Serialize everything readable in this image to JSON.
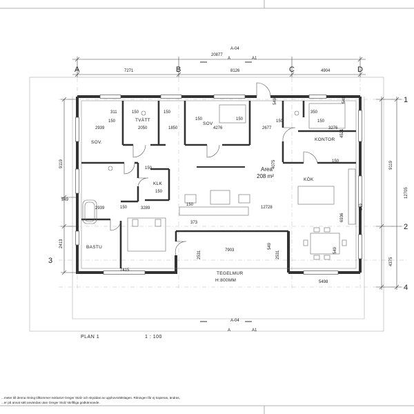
{
  "drawing": {
    "plan_title": "PLAN 1",
    "scale": "1 : 100",
    "footer_line1": "...meter till denna ritning tillkommer exklusivt Greger Stolz och skyddas av upphovsrättslagen. Ritningen får ej kopieras, ändras,",
    "footer_line2": "...er på annat sätt användas utan Greger Stolz skriftliga godkännande."
  },
  "grid_axes": {
    "columns": [
      "A",
      "B",
      "C",
      "D"
    ],
    "rows": [
      "1",
      "2",
      "3",
      "4"
    ]
  },
  "section_marks": {
    "top_left": "A-04",
    "top_right": "A1",
    "top_small": "A",
    "bottom_left": "A-04",
    "bottom_right": "A1",
    "bottom_small": "A"
  },
  "area": {
    "label": "Area",
    "value": "208 m²"
  },
  "rooms": {
    "sov1": "SOV.",
    "tvatt": "TVÄTT",
    "sov2": "SOV",
    "kontor": "KONTOR",
    "klk": "KLK",
    "kok": "KÖK",
    "bastu": "BASTU",
    "tegelmur_1": "TEGELMUR",
    "tegelmur_2": "H:800MM"
  },
  "dimensions": {
    "overall_top": "20877",
    "ab": "7271",
    "bc": "8126",
    "cd": "4904",
    "left_9119": "9119",
    "left_549": "549",
    "left_2413": "2413",
    "right_9119": "9119",
    "right_12705": "12705",
    "right_4375": "4375",
    "d311": "311",
    "d150a": "150",
    "d150b": "150",
    "d150c": "150",
    "d150d": "150",
    "d150e": "150",
    "d150f": "150",
    "d150g": "150",
    "d150h": "150",
    "d150i": "150",
    "d150j": "150",
    "d150k": "150",
    "d150l": "150",
    "d350": "350",
    "d2939a": "2939",
    "d2050": "2050",
    "d1850": "1850",
    "d4276": "4276",
    "d2677": "2677",
    "d3276": "3276",
    "d4521": "4521",
    "d549a": "549",
    "d549b": "549",
    "d549c": "549",
    "d549d": "549",
    "d549e": "549",
    "d2939b": "2939",
    "d3289": "3289",
    "d12728": "12728",
    "d6936": "6936",
    "d373": "373",
    "d7903": "7903",
    "d2531a": "2531",
    "d2531b": "2531",
    "d7415": "7415",
    "d5498": "5498",
    "d4075": "4075"
  }
}
